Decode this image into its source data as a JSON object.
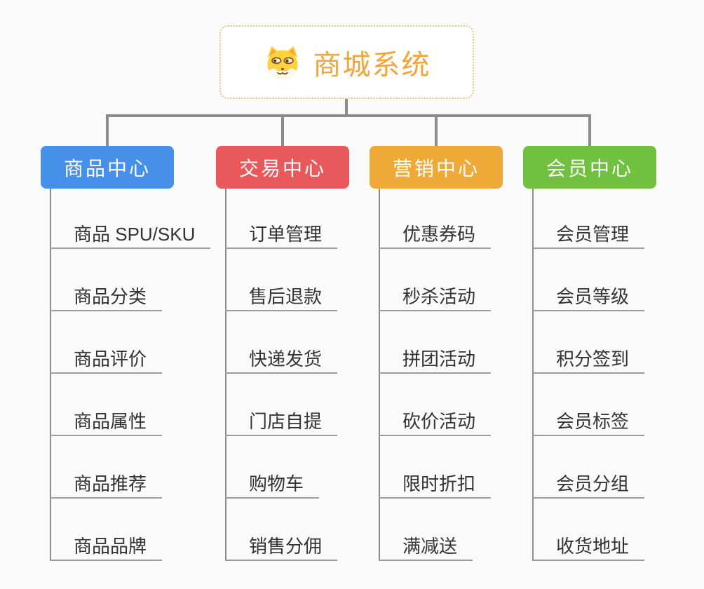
{
  "root": {
    "title": "商城系统",
    "icon": "shiba-dog-icon",
    "title_color": "#f0a63a",
    "border_color": "#f3c27a"
  },
  "connector_color": "#8c8c8c",
  "underline_color": "#9c9c9c",
  "item_text_color": "#333333",
  "branches": [
    {
      "label": "商品中心",
      "color": "#4690ea",
      "children": [
        "商品 SPU/SKU",
        "商品分类",
        "商品评价",
        "商品属性",
        "商品推荐",
        "商品品牌"
      ]
    },
    {
      "label": "交易中心",
      "color": "#e9595b",
      "children": [
        "订单管理",
        "售后退款",
        "快递发货",
        "门店自提",
        "购物车",
        "销售分佣"
      ]
    },
    {
      "label": "营销中心",
      "color": "#efa937",
      "children": [
        "优惠券码",
        "秒杀活动",
        "拼团活动",
        "砍价活动",
        "限时折扣",
        "满减送"
      ]
    },
    {
      "label": "会员中心",
      "color": "#6fc13f",
      "children": [
        "会员管理",
        "会员等级",
        "积分签到",
        "会员标签",
        "会员分组",
        "收货地址"
      ]
    }
  ]
}
